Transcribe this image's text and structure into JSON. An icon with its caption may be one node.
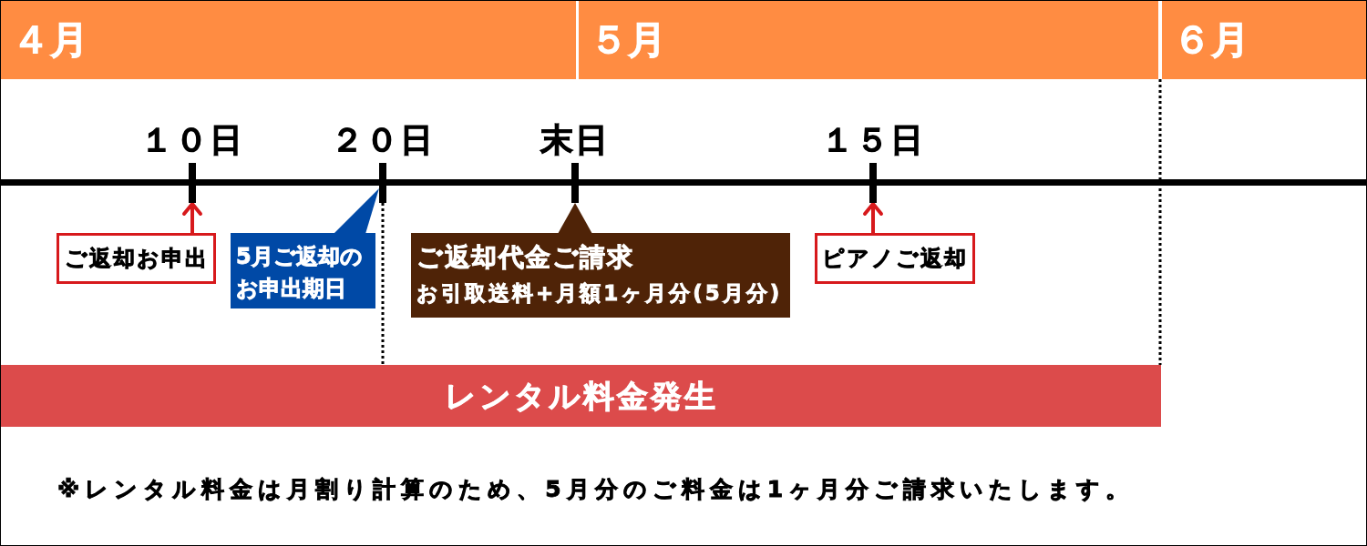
{
  "diagram": {
    "nodes": [
      {
        "text": [
          "４月"
        ]
      },
      {
        "text": [
          "５月"
        ]
      },
      {
        "text": [
          "６月"
        ]
      },
      {
        "text": [],
        "shape": "bar",
        "beside": [
          "１０日"
        ]
      },
      {
        "text": [],
        "shape": "bar",
        "beside": [
          "２０日"
        ]
      },
      {
        "text": [],
        "shape": "bar",
        "beside": [
          "末日"
        ]
      },
      {
        "text": [],
        "shape": "bar",
        "beside": [
          "１５日"
        ]
      },
      {
        "text": [
          "ご返却お申出"
        ]
      },
      {
        "text": [
          "5月ご返却のお申出期日"
        ]
      },
      {
        "text": [
          "ご返却代金ご請求",
          "お引取送料+月額1ヶ月分(5月分)"
        ]
      },
      {
        "text": [
          "ピアノご返却"
        ]
      },
      {
        "text": [
          "レンタル料金発生"
        ]
      }
    ],
    "edges": [
      {
        "from": 7,
        "to": 3,
        "arrow": "to",
        "color": "#d7191c"
      },
      {
        "from": 8,
        "to": 4,
        "arrow": "to",
        "color": "#0049a6"
      },
      {
        "from": 9,
        "to": 5,
        "arrow": "to",
        "color": "#4f2307"
      },
      {
        "from": 10,
        "to": 6,
        "arrow": "to",
        "color": "#d7191c"
      },
      {
        "from": 4,
        "to": 11,
        "arrow": "none",
        "style": "dashed",
        "color": "#000000"
      }
    ],
    "labels": [
      "※レンタル料金は月割り計算のため、5月分のご料金は1ヶ月分ご請求いたします。"
    ]
  }
}
